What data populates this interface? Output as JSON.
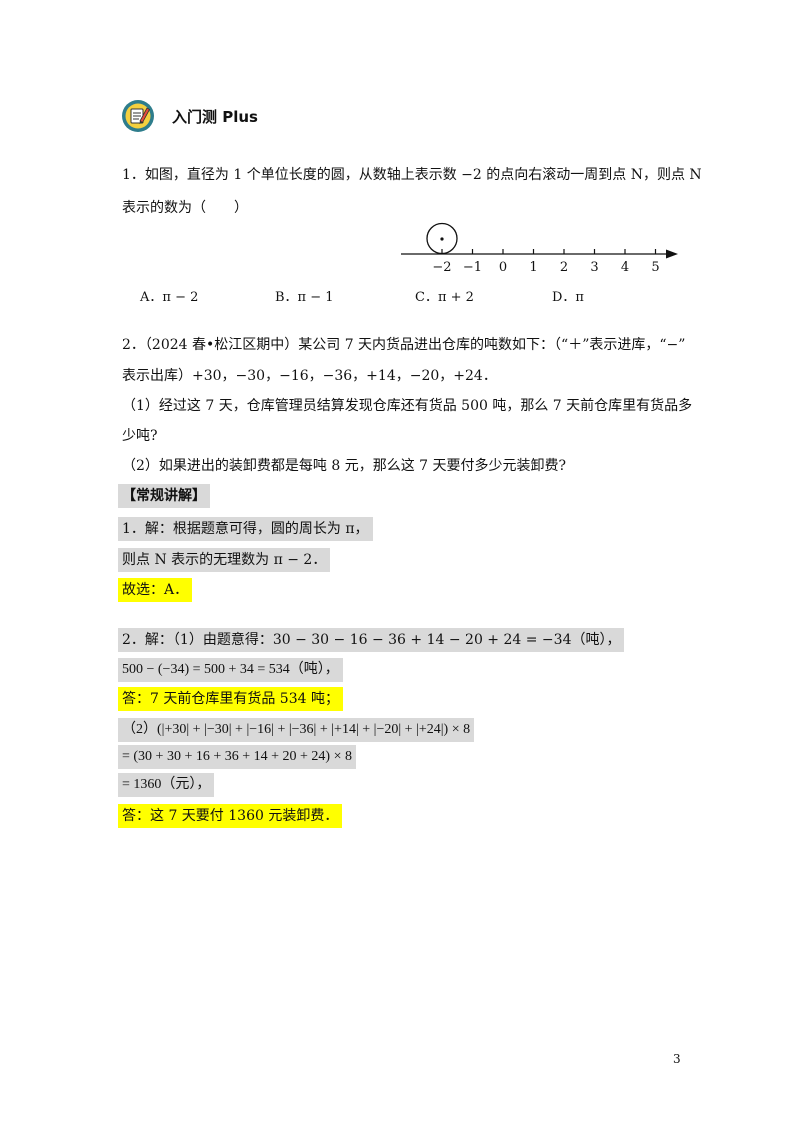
{
  "header": {
    "title": "入门测 Plus",
    "icon": "pencil-badge-icon"
  },
  "q1": {
    "line1": "1．如图，直径为 1 个单位长度的圆，从数轴上表示数 −2 的点向右滚动一周到点 N，则点 N",
    "line2": "表示的数为（　　）",
    "axis_ticks": [
      "−2",
      "−1",
      "0",
      "1",
      "2",
      "3",
      "4",
      "5"
    ],
    "options": [
      "A．π − 2",
      "B．π − 1",
      "C．π + 2",
      "D．π"
    ]
  },
  "q2": {
    "line1": "2．（2024 春•松江区期中）某公司 7 天内货品进出仓库的吨数如下：（“＋”表示进库，“−”",
    "line2": "表示出库）+30，−30，−16，−36，+14，−20，+24．",
    "sub1_line1": "（1）经过这 7 天，仓库管理员结算发现仓库还有货品 500 吨，那么 7 天前仓库里有货品多",
    "sub1_line2": "少吨?",
    "sub2": "（2）如果进出的装卸费都是每吨 8 元，那么这 7 天要付多少元装卸费?"
  },
  "solution": {
    "heading": "【常规讲解】",
    "s1_l1": "1．解：根据题意可得，圆的周长为 π，",
    "s1_l2": "则点 N 表示的无理数为 π − 2．",
    "s1_ans": "故选：A．",
    "s2_l1": "2．解：（1）由题意得：30 − 30 − 16 − 36 + 14 − 20 + 24 = −34（吨），",
    "s2_l2": "500 − (−34) = 500 + 34 = 534（吨），",
    "s2_ans1": "答：7 天前仓库里有货品 534 吨；",
    "s2_l3": "（2）(|+30| + |−30| + |−16| + |−36| + |+14| + |−20| + |+24|) × 8",
    "s2_l4": "= (30 + 30 + 16 + 36 + 14 + 20 + 24) × 8",
    "s2_l5": "= 1360（元），",
    "s2_ans2": "答：这 7 天要付 1360 元装卸费．"
  },
  "footer": {
    "page_number": "3"
  }
}
